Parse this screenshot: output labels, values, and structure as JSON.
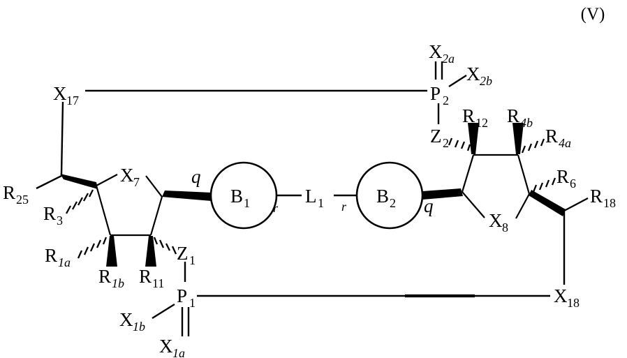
{
  "figure": {
    "type": "chemical-structure",
    "formula_tag": "(V)",
    "description": "Dinucleotide-type chemical structure formula V with two furanose rings, two base circles B1 and B2 joined by linker L1, and two phosphorus centers P1 and P2 bridging to X17 and X18."
  },
  "labels": {
    "x17": {
      "base": "X",
      "sub": "17"
    },
    "x18": {
      "base": "X",
      "sub": "18"
    },
    "x7": {
      "base": "X",
      "sub": "7"
    },
    "x8": {
      "base": "X",
      "sub": "8"
    },
    "r25": {
      "base": "R",
      "sub": "25"
    },
    "r3": {
      "base": "R",
      "sub": "3"
    },
    "r1a": {
      "base": "R",
      "sub": "1a"
    },
    "r1b": {
      "base": "R",
      "sub": "1b"
    },
    "r11": {
      "base": "R",
      "sub": "11"
    },
    "r12": {
      "base": "R",
      "sub": "12"
    },
    "r4a": {
      "base": "R",
      "sub": "4a"
    },
    "r4b": {
      "base": "R",
      "sub": "4b"
    },
    "r6": {
      "base": "R",
      "sub": "6"
    },
    "r18": {
      "base": "R",
      "sub": "18"
    },
    "z1": {
      "base": "Z",
      "sub": "1"
    },
    "z2": {
      "base": "Z",
      "sub": "2"
    },
    "p1": {
      "base": "P",
      "sub": "1"
    },
    "p2": {
      "base": "P",
      "sub": "2"
    },
    "x1a": {
      "base": "X",
      "sub": "1a"
    },
    "x1b": {
      "base": "X",
      "sub": "1b"
    },
    "x2a": {
      "base": "X",
      "sub": "2a"
    },
    "x2b": {
      "base": "X",
      "sub": "2b"
    },
    "b1": {
      "base": "B",
      "sub": "1"
    },
    "b2": {
      "base": "B",
      "sub": "2"
    },
    "l1": {
      "base": "L",
      "sub": "1"
    },
    "q_left": "q",
    "r_left": "r",
    "r_right": "r",
    "q_right": "q"
  },
  "bond_styles": {
    "plain": "plain line",
    "bold_wedge": "solid wedge (toward viewer)",
    "hashed_wedge": "hashed wedge (away from viewer)",
    "double": "double bond (P=X)"
  },
  "colors": {
    "stroke": "#000000",
    "background": "#ffffff",
    "text": "#000000"
  }
}
